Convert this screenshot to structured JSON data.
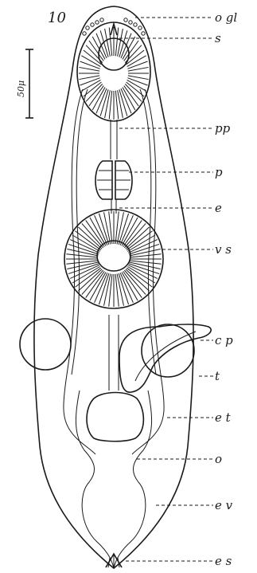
{
  "figure_number": "10",
  "scale_bar": "50μ",
  "labels": {
    "ogl": "o gl",
    "s": "s",
    "pp": "pp",
    "p": "p",
    "e": "e",
    "vs": "v s",
    "cp": "c p",
    "t": "t",
    "et": "e t",
    "o": "o",
    "ev": "e v",
    "es": "e s"
  }
}
